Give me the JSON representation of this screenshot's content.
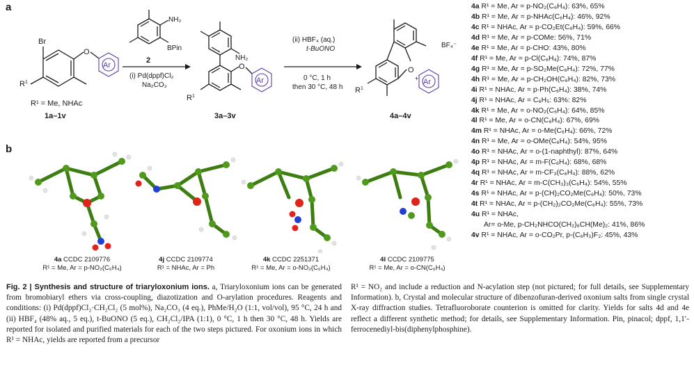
{
  "panels": {
    "a": "a",
    "b": "b"
  },
  "scheme": {
    "sm_substituents": {
      "br": "Br",
      "r1": "R",
      "ar": "Ar"
    },
    "sm_r1_def": "R¹ = Me, NHAc",
    "sm_id": "1a–1v",
    "reagent_nh2": "NH₂",
    "reagent_bpin": "BPin",
    "reagent_id": "2",
    "step1_cond1": "(i) Pd(dppf)Cl₂",
    "step1_cond2": "Na₂CO₃",
    "int_nh2": "NH₂",
    "int_ar": "Ar",
    "int_r1": "R",
    "int_id": "3a–3v",
    "step2_cond1": "(ii) HBF₄ (aq.)",
    "step2_cond2": "t-BuONO",
    "step2_cond3": "0 °C, 1 h",
    "step2_cond4": "then 30 °C, 48 h",
    "prod_o": "O",
    "prod_plus": "+",
    "prod_ar": "Ar",
    "prod_r1": "R",
    "prod_counterion": "BF₄⁻",
    "prod_id": "4a–4v"
  },
  "yields": [
    {
      "id": "4a",
      "text": " R¹ = Me, Ar = p-NO₂(C₆H₄): 63%, 65%"
    },
    {
      "id": "4b",
      "text": " R¹ = Me, Ar = p-NHAc(C₆H₄): 46%, 92%"
    },
    {
      "id": "4c",
      "text": " R¹ = NHAc, Ar = p-CO₂Et(C₆H₄): 59%, 66%"
    },
    {
      "id": "4d",
      "text": " R¹ = Me, Ar = p-COMe: 56%, 71%"
    },
    {
      "id": "4e",
      "text": " R¹ = Me, Ar = p-CHO: 43%, 80%"
    },
    {
      "id": "4f",
      "text": " R¹ = Me, Ar = p-Cl(C₆H₄): 74%, 87%"
    },
    {
      "id": "4g",
      "text": " R¹ = Me, Ar = p-SO₂Me(C₆H₄): 72%, 77%"
    },
    {
      "id": "4h",
      "text": " R¹ = Me, Ar = p-CH₂OH(C₆H₄): 82%, 73%"
    },
    {
      "id": "4i",
      "text": " R¹ = NHAc, Ar = p-Ph(C₆H₄): 38%, 74%"
    },
    {
      "id": "4j",
      "text": " R¹ = NHAc, Ar = C₆H₅: 63%: 82%"
    },
    {
      "id": "4k",
      "text": " R¹ = Me, Ar = o-NO₂(C₆H₄): 64%, 85%"
    },
    {
      "id": "4l",
      "text": " R¹ = Me, Ar = o-CN(C₆H₄): 67%, 69%"
    },
    {
      "id": "4m",
      "text": " R¹ = NHAc, Ar = o-Me(C₆H₄): 66%, 72%"
    },
    {
      "id": "4n",
      "text": " R¹ = Me, Ar = o-OMe(C₆H₄): 54%, 95%"
    },
    {
      "id": "4o",
      "text": " R¹ = NHAc, Ar = o-(1-naphthyl): 87%, 64%"
    },
    {
      "id": "4p",
      "text": " R¹ = NHAc, Ar = m-F(C₆H₄): 68%, 68%"
    },
    {
      "id": "4q",
      "text": " R¹ = NHAc, Ar = m-CF₃(C₆H₄): 88%, 62%"
    },
    {
      "id": "4r",
      "text": " R¹ = NHAc, Ar = m-C(CH₃)₃(C₆H₄): 54%, 55%"
    },
    {
      "id": "4s",
      "text": " R¹ = NHAc, Ar = p-(CH)₂CO₂Me(C₆H₄): 50%, 73%"
    },
    {
      "id": "4t",
      "text": " R¹ = NHAc, Ar = p-(CH₂)₂CO₂Me(C₆H₄): 55%, 73%"
    },
    {
      "id": "4u",
      "text": " R¹ = NHAc,"
    },
    {
      "id": "",
      "text": "Ar= o-Me, p-CH₂NHCO(CH₂)₆CH(Me)₂: 41%, 86%"
    },
    {
      "id": "4v",
      "text": " R¹ = NHAc, Ar = o-CO₂Pr, p-(C₆H₃)F₂: 45%, 43%"
    }
  ],
  "crystals": [
    {
      "id": "4a",
      "ccdc": " CCDC 2109776",
      "sub": "R¹ = Me, Ar = p-NO₂(C₆H₄)"
    },
    {
      "id": "4j",
      "ccdc": " CCDC 2109774",
      "sub": "R¹ = NHAc, Ar = Ph"
    },
    {
      "id": "4k",
      "ccdc": " CCDC 2251371",
      "sub": "R¹ = Me, Ar = o-NO₂(C₆H₄)"
    },
    {
      "id": "4l",
      "ccdc": " CCDC 2109775",
      "sub": "R¹ = Me, Ar = o-CN(C₆H₄)"
    }
  ],
  "caption": {
    "fig_label": "Fig. 2 | Synthesis and structure of triaryloxonium ions.",
    "left": " a, Triaryloxonium ions can be generated from bromobiaryl ethers via cross-coupling, diazotization and O-arylation procedures. Reagents and conditions: (i) Pd(dppf)Cl₂·CH₂Cl₂ (5 mol%), Na₂CO₃ (4 eq.), PhMe/H₂O (1:1, vol/vol), 95 °C, 24 h and (ii) HBF₄ (48% aq., 5 eq.), t-BuONO (5 eq.), CH₂Cl₂/IPA (1:1), 0 °C, 1 h then 30 °C, 48 h. Yields are reported for isolated and purified materials for each of the two steps pictured. For oxonium ions in which R¹ = NHAc, yields are reported from a precursor",
    "right": "R¹ = NO₂ and include a reduction and N-acylation step (not pictured; for full details, see Supplementary Information). b, Crystal and molecular structure of dibenzofuran-derived oxonium salts from single crystal X-ray diffraction studies. Tetrafluoroborate counterion is omitted for clarity. Yields for salts 4d and 4e reflect a different synthetic method; for details, see Supplementary Information. Pin, pinacol; dppf, 1,1′-ferrocenediyl-bis(diphenylphosphine)."
  },
  "colors": {
    "carbon": "#4f9a1c",
    "oxygen": "#e0231b",
    "nitrogen": "#1f3fd6",
    "hydrogen": "#e9e9e9",
    "ar_ring": "#5b3fa8"
  }
}
